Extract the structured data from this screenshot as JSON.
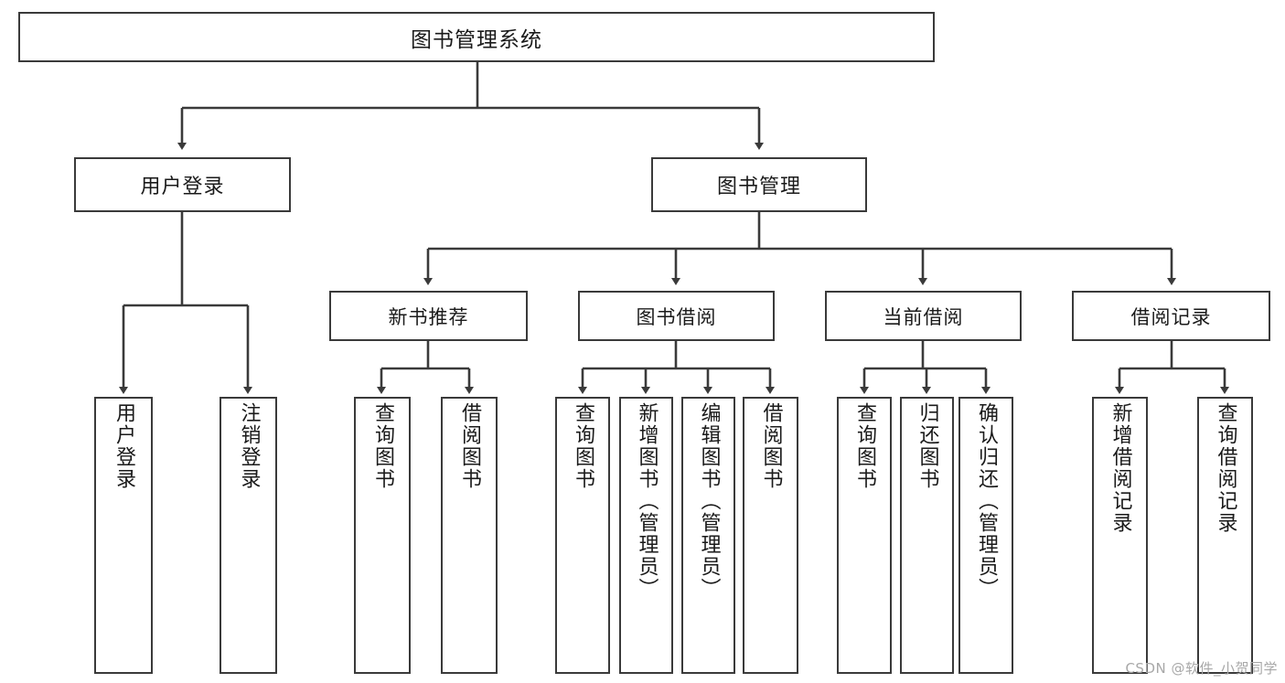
{
  "diagram": {
    "title_box": "图书管理系统",
    "watermark": "CSDN @软件_小贺同学",
    "colors": {
      "background": "#ffffff",
      "stroke": "#3a3a3a",
      "text": "#1a1a1a",
      "watermark": "#a8a8a8"
    },
    "levels": {
      "root": [
        "图书管理系统"
      ],
      "level1": [
        "用户登录",
        "图书管理"
      ],
      "level2": [
        "新书推荐",
        "图书借阅",
        "当前借阅",
        "借阅记录"
      ],
      "leaves": [
        "用户登录",
        "注销登录",
        "查询图书",
        "借阅图书",
        "查询图书",
        "新增图书（管理员）",
        "编辑图书（管理员）",
        "借阅图书",
        "查询图书",
        "归还图书",
        "确认归还（管理员）",
        "新增借阅记录",
        "查询借阅记录"
      ]
    },
    "nodes": {
      "root": {
        "label": "图书管理系统"
      },
      "user_login": {
        "label": "用户登录"
      },
      "book_manage": {
        "label": "图书管理"
      },
      "new_book_rec": {
        "label": "新书推荐"
      },
      "book_borrow": {
        "label": "图书借阅"
      },
      "current_borrow": {
        "label": "当前借阅"
      },
      "borrow_record": {
        "label": "借阅记录"
      },
      "leaf_user_login": {
        "label": "用户登录"
      },
      "leaf_logout": {
        "label": "注销登录"
      },
      "leaf_query_book_a": {
        "label": "查询图书"
      },
      "leaf_borrow_book_a": {
        "label": "借阅图书"
      },
      "leaf_query_book_b": {
        "label": "查询图书"
      },
      "leaf_add_book": {
        "label": "新增图书（管理员）"
      },
      "leaf_edit_book": {
        "label": "编辑图书（管理员）"
      },
      "leaf_borrow_book_b": {
        "label": "借阅图书"
      },
      "leaf_query_book_c": {
        "label": "查询图书"
      },
      "leaf_return_book": {
        "label": "归还图书"
      },
      "leaf_confirm_return": {
        "label": "确认归还（管理员）"
      },
      "leaf_add_record": {
        "label": "新增借阅记录"
      },
      "leaf_query_record": {
        "label": "查询借阅记录"
      }
    },
    "edges": [
      {
        "from": "root",
        "to": "user_login"
      },
      {
        "from": "root",
        "to": "book_manage"
      },
      {
        "from": "user_login",
        "to": "leaf_user_login"
      },
      {
        "from": "user_login",
        "to": "leaf_logout"
      },
      {
        "from": "book_manage",
        "to": "new_book_rec"
      },
      {
        "from": "book_manage",
        "to": "book_borrow"
      },
      {
        "from": "book_manage",
        "to": "current_borrow"
      },
      {
        "from": "book_manage",
        "to": "borrow_record"
      },
      {
        "from": "new_book_rec",
        "to": "leaf_query_book_a"
      },
      {
        "from": "new_book_rec",
        "to": "leaf_borrow_book_a"
      },
      {
        "from": "book_borrow",
        "to": "leaf_query_book_b"
      },
      {
        "from": "book_borrow",
        "to": "leaf_add_book"
      },
      {
        "from": "book_borrow",
        "to": "leaf_edit_book"
      },
      {
        "from": "book_borrow",
        "to": "leaf_borrow_book_b"
      },
      {
        "from": "current_borrow",
        "to": "leaf_query_book_c"
      },
      {
        "from": "current_borrow",
        "to": "leaf_return_book"
      },
      {
        "from": "current_borrow",
        "to": "leaf_confirm_return"
      },
      {
        "from": "borrow_record",
        "to": "leaf_add_record"
      },
      {
        "from": "borrow_record",
        "to": "leaf_query_record"
      }
    ]
  }
}
